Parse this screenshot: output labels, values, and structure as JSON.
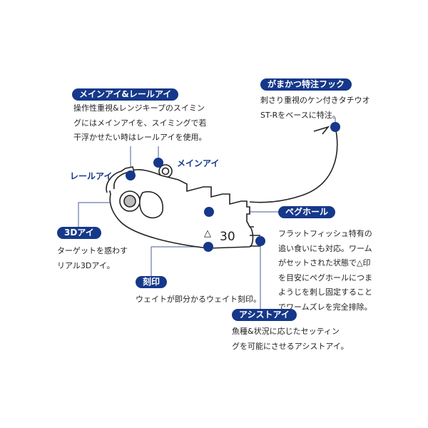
{
  "callouts": {
    "main_rail_eye": {
      "title": "メインアイ&レールアイ",
      "lines": [
        "操作性重視&レンジキープのスイミン",
        "グにはメインアイを、スイミングで若",
        "干浮かせたい時はレールアイを使用。"
      ]
    },
    "hook": {
      "title": "がまかつ特注フック",
      "lines": [
        "刺さり重視のケン付きタチウオ",
        "ST-Rをベースに特注。"
      ]
    },
    "rail_eye_label": "レールアイ",
    "main_eye_label": "メインアイ",
    "peg_hole": {
      "title": "ペグホール",
      "lines": [
        "フラットフィッシュ特有の",
        "追い食いにも対応。ワーム",
        "がセットされた状態で△印",
        "を目安にペグホールにつま",
        "ようじを刺し固定すること",
        "でワームズレを完全排除。"
      ]
    },
    "eye_3d": {
      "title": "3Dアイ",
      "lines": [
        "ターゲットを惑わす",
        "リアル3Dアイ。"
      ]
    },
    "engraving": {
      "title": "刻印",
      "lines": [
        "ウェイトが即分かるウェイト刻印。"
      ]
    },
    "assist_eye": {
      "title": "アシストアイ",
      "lines": [
        "魚種&状況に応じたセッティン",
        "グを可能にさせるアシストアイ。"
      ]
    }
  },
  "product": {
    "marker": "△",
    "weight": "30"
  },
  "colors": {
    "accent": "#15388a",
    "leader": "#6a7aa6"
  }
}
